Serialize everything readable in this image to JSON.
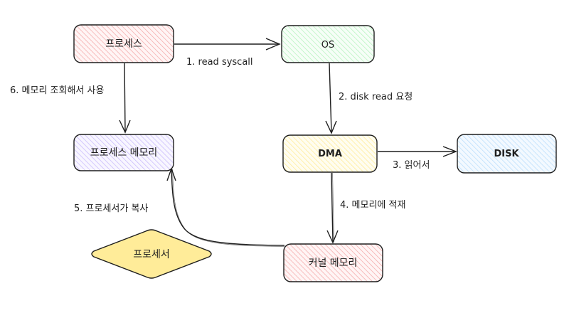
{
  "diagram": {
    "nodes": [
      {
        "id": "process",
        "label": "프로세스",
        "shape": "rect",
        "fill": "#ffc9c9",
        "hatch": "#f08c8c"
      },
      {
        "id": "os",
        "label": "OS",
        "shape": "rect",
        "fill": "#d3f9d8",
        "hatch": "#8ce99a"
      },
      {
        "id": "process_memory",
        "label": "프로세스 메모리",
        "shape": "rect",
        "fill": "#d0bfff",
        "hatch": "#9775fa"
      },
      {
        "id": "dma",
        "label": "DMA",
        "shape": "rect",
        "fill": "#fff3bf",
        "hatch": "#ffd43b"
      },
      {
        "id": "disk",
        "label": "DISK",
        "shape": "rect",
        "fill": "#a5d8ff",
        "hatch": "#74c0fc"
      },
      {
        "id": "kernel_memory",
        "label": "커널 메모리",
        "shape": "rect",
        "fill": "#ffc9c9",
        "hatch": "#f08c8c"
      },
      {
        "id": "processor",
        "label": "프로세서",
        "shape": "diamond",
        "fill": "#ffec99"
      }
    ],
    "edges": [
      {
        "from": "process",
        "to": "os",
        "label": "1. read syscall"
      },
      {
        "from": "os",
        "to": "dma",
        "label": "2. disk read 요청"
      },
      {
        "from": "dma",
        "to": "disk",
        "label": "3. 읽어서"
      },
      {
        "from": "dma",
        "to": "kernel_memory",
        "label": "4. 메모리에 적재"
      },
      {
        "from": "kernel_memory",
        "to": "process_memory",
        "label": "5. 프로세서가 복사"
      },
      {
        "from": "process",
        "to": "process_memory",
        "label": "6. 메모리 조회해서 사용"
      }
    ]
  },
  "colors": {
    "stroke": "#1e1e1e",
    "processor_fill": "#ffec99"
  }
}
